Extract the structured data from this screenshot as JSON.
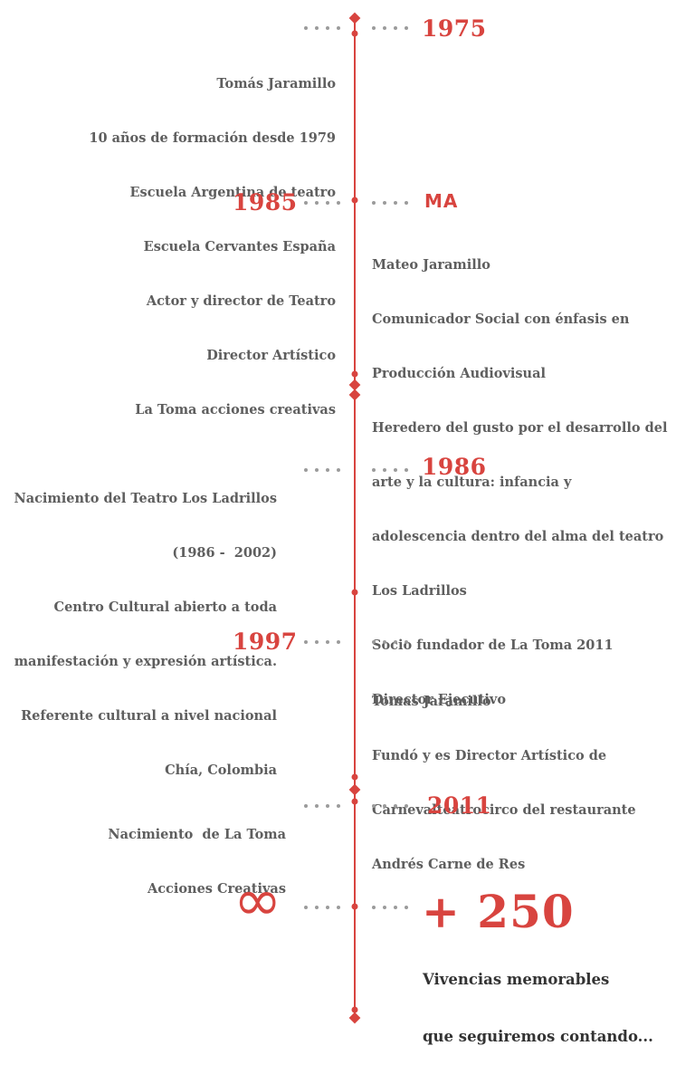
{
  "entries": {
    "e1975": {
      "year": "1975",
      "lines": [
        "Tomás Jaramillo",
        "10 años de formación desde 1979",
        "Escuela Argentina de teatro",
        "Escuela Cervantes España",
        "Actor y director de Teatro",
        "Director Artístico",
        "La Toma acciones creativas"
      ]
    },
    "e1985": {
      "year": "1985",
      "badge": "MA",
      "lines": [
        "Mateo Jaramillo",
        "Comunicador Social con énfasis en",
        "Producción Audiovisual",
        "Heredero del gusto por el desarrollo del",
        "arte y la cultura: infancia y",
        "adolescencia dentro del alma del teatro",
        "Los Ladrillos",
        "Socio fundador de La Toma 2011",
        "Director Ejecutivo"
      ]
    },
    "e1986": {
      "year": "1986",
      "lines": [
        "Nacimiento del Teatro Los Ladrillos",
        "(1986 -  2002)",
        "Centro Cultural abierto a toda",
        "manifestación y expresión artística.",
        "Referente cultural a nivel nacional",
        "Chía, Colombia"
      ]
    },
    "e1997": {
      "year": "1997",
      "lines": [
        "Tomas Jaramillo",
        "Fundó y es Director Artístico de",
        "Carnevalteatrocirco del restaurante",
        "Andrés Carne de Res"
      ]
    },
    "e2011": {
      "year": "2011",
      "lines": [
        "Nacimiento  de La Toma",
        "Acciones Creativas"
      ]
    },
    "final": {
      "symbol": "∞",
      "count": "+ 250",
      "lines": [
        "Vivencias memorables",
        "que seguiremos contando..."
      ]
    }
  },
  "colors": {
    "accent": "#d8443f",
    "text": "#5e5e5e",
    "dots": "#9b9b9b"
  }
}
